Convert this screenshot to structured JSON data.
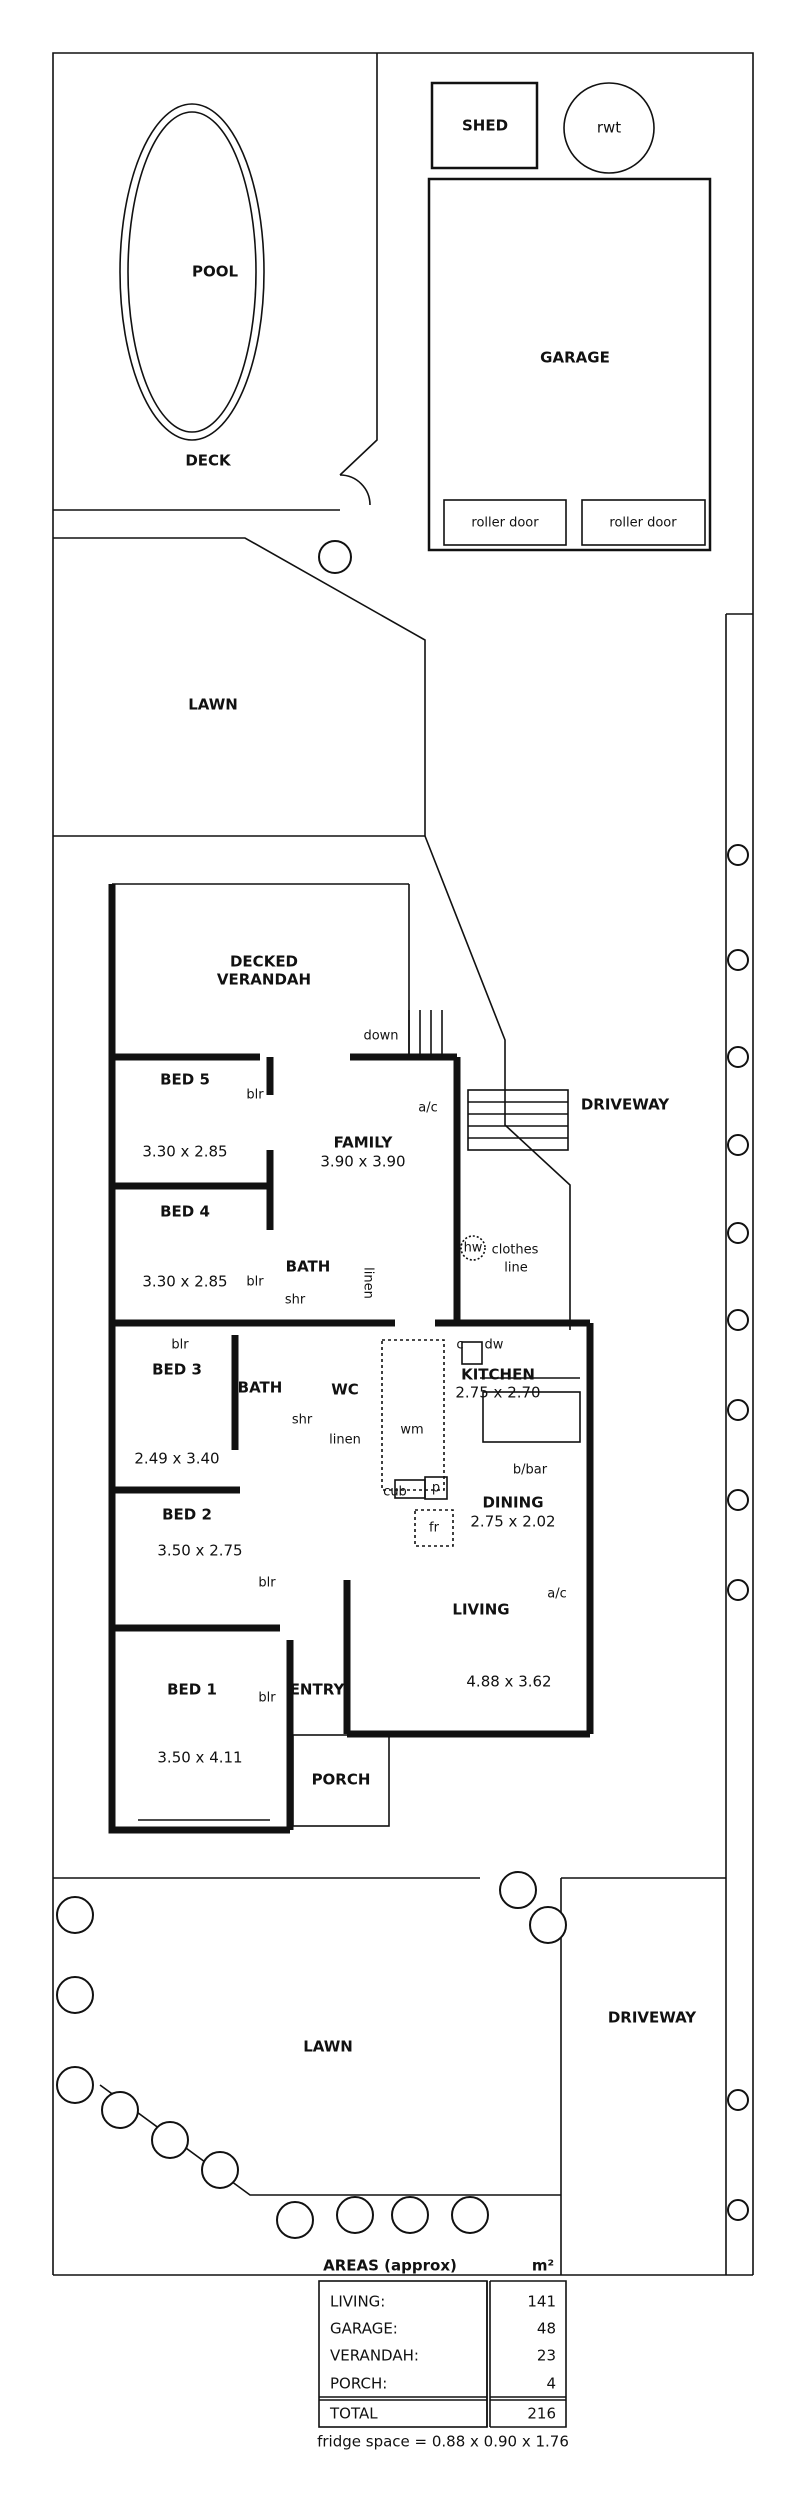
{
  "outdoor": {
    "pool": "POOL",
    "deck": "DECK",
    "shed": "SHED",
    "rwt": "rwt",
    "garage": "GARAGE",
    "roller_doors": [
      "roller door",
      "roller door"
    ],
    "lawn_rear": "LAWN",
    "decked_verandah": [
      "DECKED",
      "VERANDAH"
    ],
    "down": "down",
    "driveway_upper": "DRIVEWAY",
    "driveway_lower": "DRIVEWAY",
    "lawn_front": "LAWN",
    "hw": "hw",
    "clothes_line": [
      "clothes",
      "line"
    ],
    "porch": "PORCH",
    "entry": "ENTRY"
  },
  "rooms": {
    "bed5": {
      "name": "BED 5",
      "dims": "3.30 x 2.85"
    },
    "bed4": {
      "name": "BED 4",
      "dims": "3.30 x 2.85"
    },
    "family": {
      "name": "FAMILY",
      "dims": "3.90 x 3.90"
    },
    "bed3": {
      "name": "BED 3",
      "dims": "2.49 x 3.40"
    },
    "bed2": {
      "name": "BED 2",
      "dims": "3.50 x 2.75"
    },
    "bed1": {
      "name": "BED 1",
      "dims": "3.50 x 4.11"
    },
    "kitchen": {
      "name": "KITCHEN",
      "dims": "2.75 x 2.70"
    },
    "dining": {
      "name": "DINING",
      "dims": "2.75 x 2.02"
    },
    "living": {
      "name": "LIVING",
      "dims": "4.88 x 3.62"
    },
    "bath1": "BATH",
    "bath2": "BATH",
    "wc": "WC"
  },
  "fixtures": {
    "blr": "blr",
    "ac": "a/c",
    "shr": "shr",
    "linen": "linen",
    "c": "c",
    "dw": "dw",
    "wm": "wm",
    "p": "p",
    "cub": "cub",
    "fr": "fr",
    "bbar": "b/bar"
  },
  "areas": {
    "title": "AREAS (approx)",
    "unit": "m²",
    "rows": [
      {
        "label": "LIVING:",
        "value": "141"
      },
      {
        "label": "GARAGE:",
        "value": "48"
      },
      {
        "label": "VERANDAH:",
        "value": "23"
      },
      {
        "label": "PORCH:",
        "value": "4"
      }
    ],
    "total_label": "TOTAL",
    "total_value": "216",
    "note": "fridge space = 0.88 x 0.90 x 1.76"
  }
}
